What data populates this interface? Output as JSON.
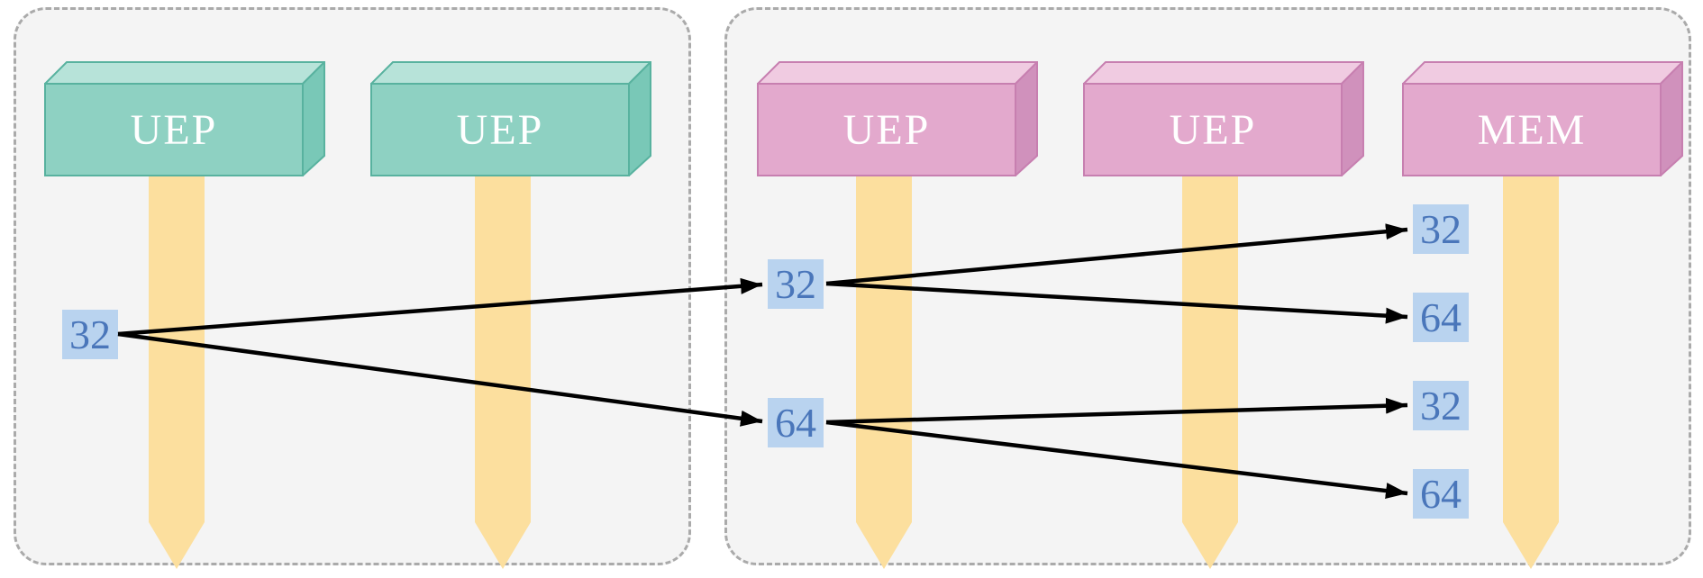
{
  "figure": {
    "left_group": {
      "boxes": [
        {
          "label": "UEP"
        },
        {
          "label": "UEP"
        }
      ],
      "events": [
        {
          "label": "32"
        }
      ]
    },
    "right_group": {
      "boxes": [
        {
          "label": "UEP"
        },
        {
          "label": "UEP"
        },
        {
          "label": "MEM"
        }
      ],
      "uep_events": [
        {
          "label": "32"
        },
        {
          "label": "64"
        }
      ],
      "mem_events": [
        {
          "label": "32"
        },
        {
          "label": "64"
        },
        {
          "label": "32"
        },
        {
          "label": "64"
        }
      ]
    },
    "colors": {
      "teal_box_front": "#8ed1c2",
      "teal_box_top": "#b7e3d9",
      "teal_box_side": "#79c8b7",
      "pink_box_front": "#e3a9cd",
      "pink_box_top": "#f0cbe1",
      "pink_box_side": "#d091bc",
      "timeline_arrow": "#fcdf9e",
      "event_chip_bg": "#b9d3ef",
      "event_chip_text": "#4a76ba",
      "connection_arrow": "#000000",
      "group_fill": "#f4f4f4",
      "group_border": "#aaaaaa"
    }
  }
}
